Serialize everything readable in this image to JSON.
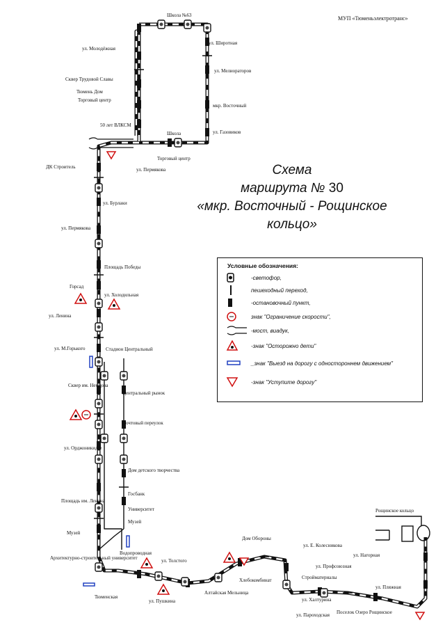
{
  "organization": "МУП «Тюменьэлектротранс»",
  "title": {
    "line1": "Схема",
    "line2_prefix": "маршрута №",
    "route_number": "30",
    "line3": "«мкр. Восточный - Рощинское",
    "line4": "кольцо»"
  },
  "legend": {
    "heading": "Условные обозначения:",
    "items": [
      {
        "icon": "traffic-light-icon",
        "text": "-светофор,"
      },
      {
        "icon": "crosswalk-icon",
        "text": "пешеходный переход,"
      },
      {
        "icon": "bus-stop-icon",
        "text": "-остановочный пункт,"
      },
      {
        "icon": "speed-limit-sign-icon",
        "text": "знак \"Ограничение скорости\","
      },
      {
        "icon": "bridge-icon",
        "text": "-мост, виадук,"
      },
      {
        "icon": "children-sign-icon",
        "text": "-знак \"Осторожно дети\""
      },
      {
        "icon": "one-way-sign-icon",
        "text": "_знак \"Выезд на дорогу с одностороннем движением\""
      },
      {
        "icon": "yield-sign-icon",
        "text": "-знак \"Уступите дорогу\""
      }
    ]
  },
  "colors": {
    "route": "#111111",
    "warning": "#d01010",
    "info": "#2040c0",
    "light": "#666666"
  },
  "stops": [
    {
      "label": "Школа №63"
    },
    {
      "label": "ул. Широтная"
    },
    {
      "label": "ул. Молодёжная"
    },
    {
      "label": "ул. Мелиораторов"
    },
    {
      "label": "Сквер Трудовой Славы"
    },
    {
      "label": "Тюмень Дом"
    },
    {
      "label": "Торговый центр"
    },
    {
      "label": "мкр. Восточный"
    },
    {
      "label": "50 лет ВЛКСМ"
    },
    {
      "label": "ул. Газовиков"
    },
    {
      "label": "Школа"
    },
    {
      "label": "Торговый центр"
    },
    {
      "label": "ДК Строитель"
    },
    {
      "label": "ул. Пермякова"
    },
    {
      "label": "ул. Бурлаки"
    },
    {
      "label": "ул. Пермякова"
    },
    {
      "label": "Площадь Победы"
    },
    {
      "label": "Горсад"
    },
    {
      "label": "ул. Холодильная"
    },
    {
      "label": "ул. Ленина"
    },
    {
      "label": "ул. М.Горького"
    },
    {
      "label": "Стадион Центральный"
    },
    {
      "label": "Сквер им. Немцова"
    },
    {
      "label": "Центральный рынок"
    },
    {
      "label": "Почтовый переулок"
    },
    {
      "label": "ул. Орджоникидзе"
    },
    {
      "label": "Дом детского творчества"
    },
    {
      "label": "Госбанк"
    },
    {
      "label": "Университет"
    },
    {
      "label": "Площадь им. Ленина"
    },
    {
      "label": "Музей"
    },
    {
      "label": "Музей"
    },
    {
      "label": "Архитектурно-строительный университет"
    },
    {
      "label": "Водопроводная"
    },
    {
      "label": "ул. Толстого"
    },
    {
      "label": "ул. Пушкина"
    },
    {
      "label": "Дом Обороны"
    },
    {
      "label": "ул. Е. Колесникова"
    },
    {
      "label": "Хлебокомбинат"
    },
    {
      "label": "Алтайская Мельница"
    },
    {
      "label": "ул. Профсоюзная"
    },
    {
      "label": "Стройматериалы"
    },
    {
      "label": "ул. Халтурина"
    },
    {
      "label": "ул. Пароходская"
    },
    {
      "label": "Рощинское кольцо"
    },
    {
      "label": "ул. Нагорная"
    },
    {
      "label": "ул. Пляжная"
    },
    {
      "label": "Поселок Озеро Рощинское"
    },
    {
      "label": "Тюменская"
    }
  ]
}
